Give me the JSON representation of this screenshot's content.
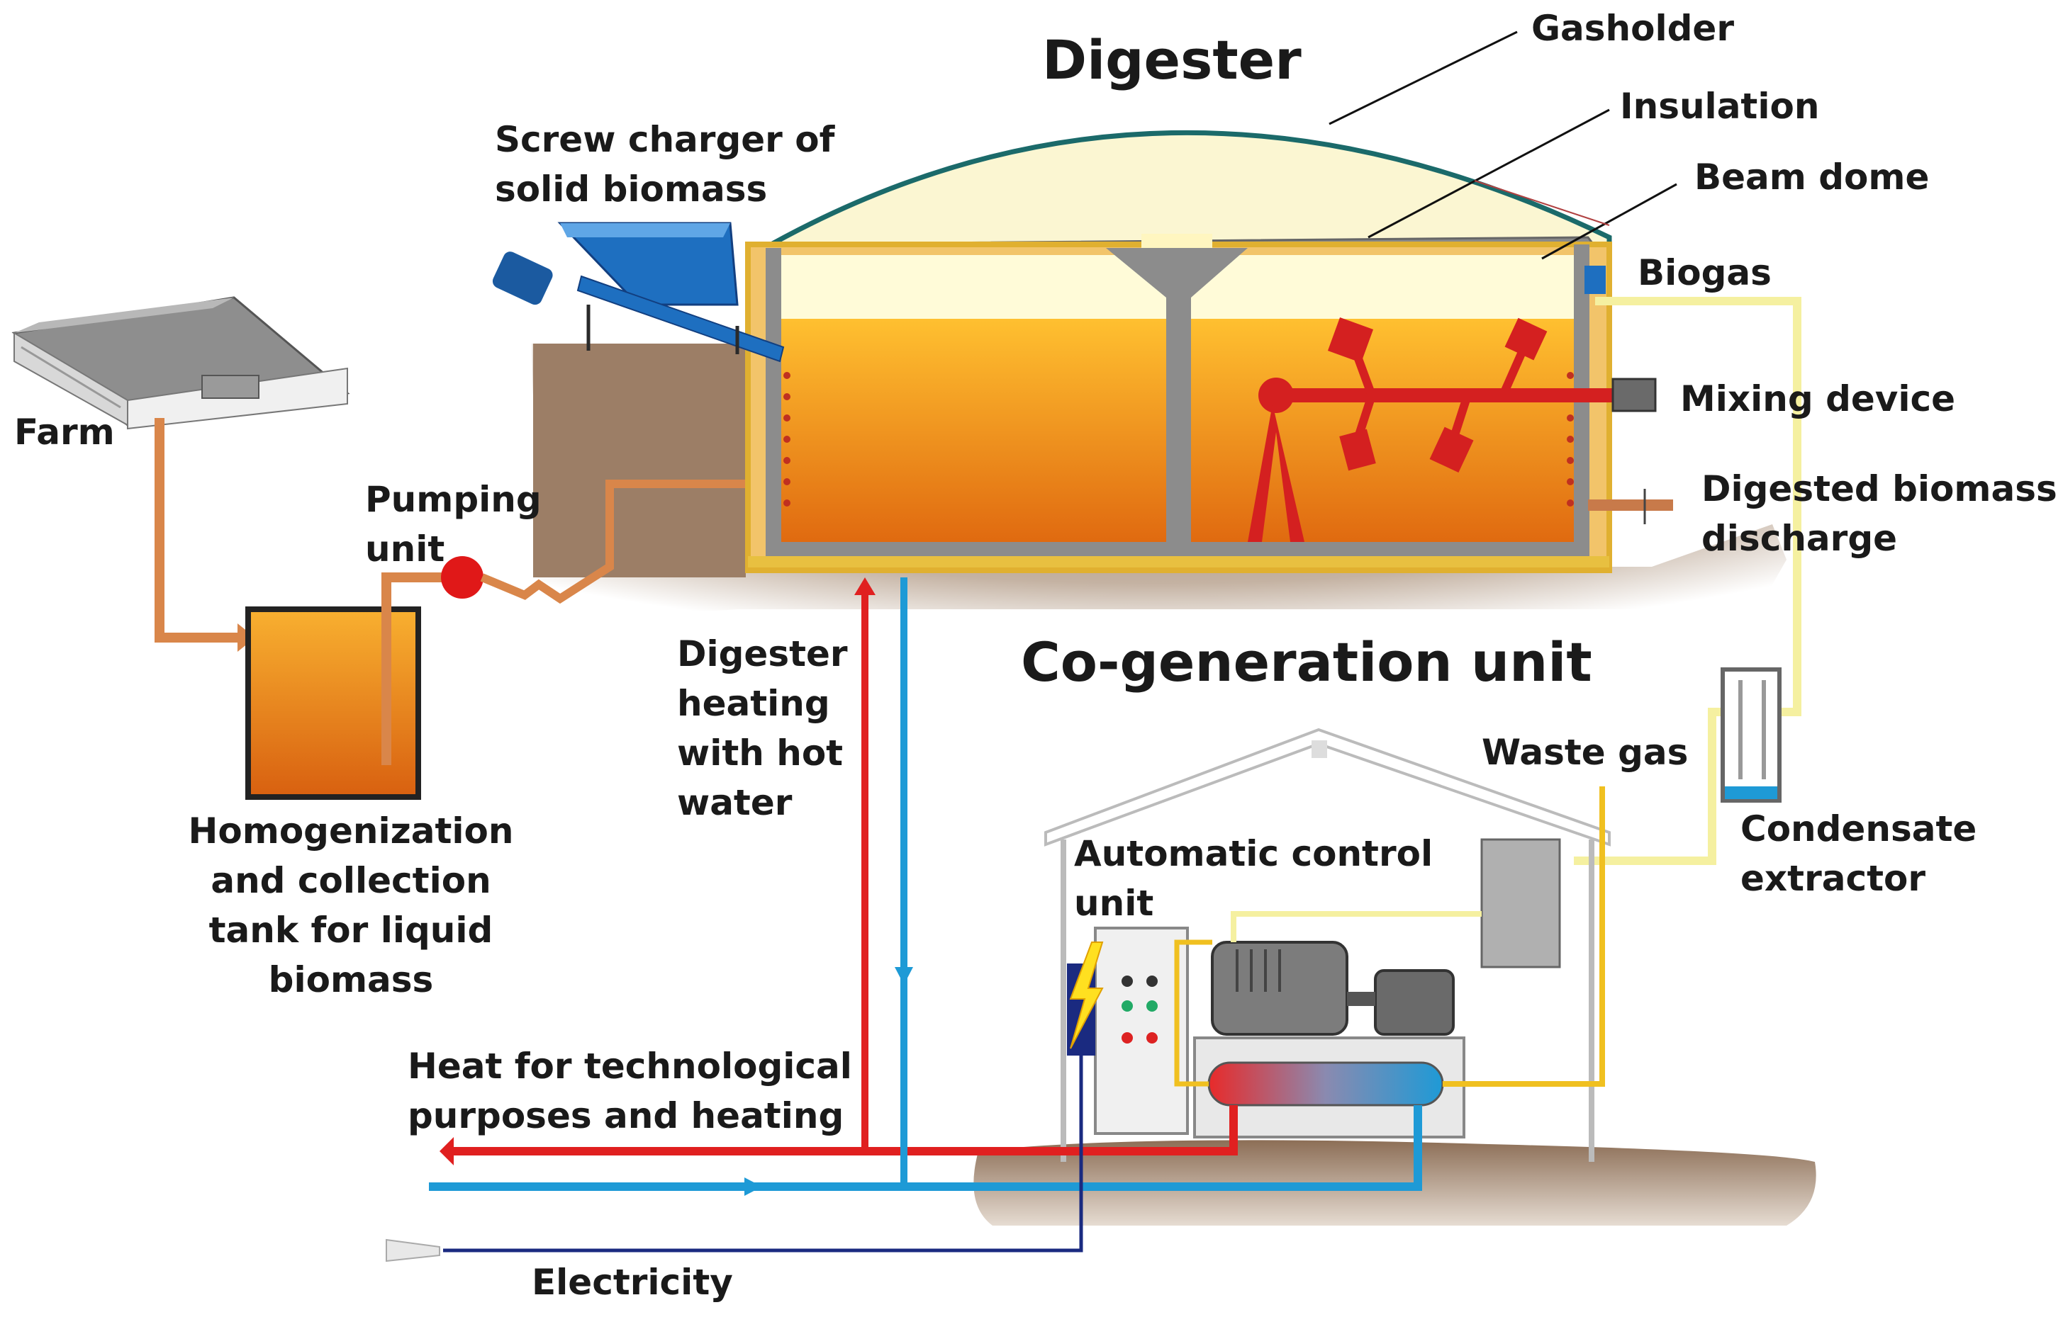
{
  "labels": {
    "digester": "Digester",
    "gasholder": "Gasholder",
    "insulation": "Insulation",
    "beam_dome": "Beam dome",
    "biogas": "Biogas",
    "screw_charger": "Screw charger of\nsolid biomass",
    "farm": "Farm",
    "pumping_unit": "Pumping\nunit",
    "mixing_device": "Mixing device",
    "digested_discharge": "Digested biomass\ndischarge",
    "co_generation": "Co-generation unit",
    "digester_heating": "Digester\nheating\nwith hot\nwater",
    "homogenization": "Homogenization\nand collection\ntank for liquid\nbiomass",
    "waste_gas": "Waste gas",
    "condensate": "Condensate\nextractor",
    "automatic_control": "Automatic control\nunit",
    "heat_purposes": "Heat for technological\npurposes and heating",
    "electricity": "Electricity"
  },
  "colors": {
    "hot_water": "#e02020",
    "cold_water": "#1e9ad6",
    "biomass_pipe": "#d9864a",
    "biogas_pipe": "#f5f0a0",
    "waste_gas": "#f0c020",
    "electricity": "#1a2a80",
    "substrate": "#f2a020",
    "mixer": "#d42020",
    "ground": "#a0826a",
    "screw_charger": "#1e6fc0"
  }
}
